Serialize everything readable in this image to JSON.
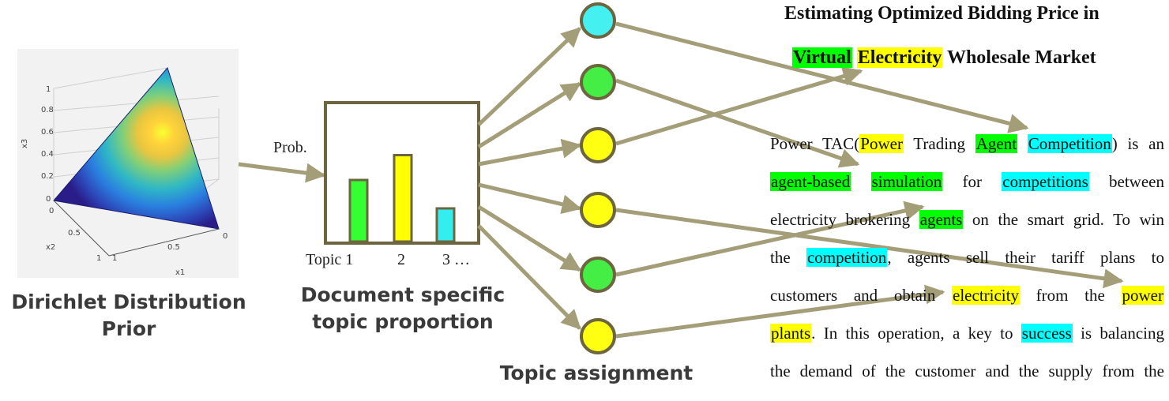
{
  "prior": {
    "label_line1": "Dirichlet Distribution",
    "label_line2": "Prior",
    "axis_labels": {
      "x1": "x1",
      "x2": "x2",
      "x3": "x3"
    },
    "z_ticks": [
      "0",
      "0.2",
      "0.4",
      "0.6",
      "0.8",
      "1"
    ],
    "x2_ticks": [
      "0",
      "0.5",
      "1"
    ],
    "x1_ticks": [
      "1",
      "0.5",
      "0"
    ],
    "icon": "simplex-heatmap"
  },
  "proportion": {
    "prob_label": "Prob.",
    "tick_topic1": "Topic 1",
    "tick_2": "2",
    "tick_3": "3 …",
    "label_line1": "Document specific",
    "label_line2": "topic proportion",
    "bar_values": [
      0.52,
      0.73,
      0.28
    ],
    "bar_colors": [
      "#33ff33",
      "#ffff00",
      "#33eeee"
    ]
  },
  "assignment": {
    "label": "Topic assignment",
    "node_colors": [
      "#44f0f0",
      "#44ee44",
      "#ffff11",
      "#ffff11",
      "#44ee44",
      "#ffff11"
    ]
  },
  "document": {
    "title_line1": "Estimating Optimized Bidding Price in",
    "title_line2_w1": "Virtual",
    "title_line2_w2": "Electricity",
    "title_line2_rest": " Wholesale Market",
    "l1_a": "Power TAC(",
    "l1_power": "Power",
    "l1_b": " Trading ",
    "l1_agent": "Agent",
    "l1_c": " ",
    "l1_competition": "Competition",
    "l1_d": ") is an",
    "l2_agentbased": "agent-based",
    "l2_simulation": "simulation",
    "l2_for": "for",
    "l2_competitions": "competitions",
    "l2_between": "between",
    "l3_a": "electricity brokering ",
    "l3_agents": "agents",
    "l3_b": " on the smart grid. To win",
    "l4_a": "the ",
    "l4_competition": "competition",
    "l4_b": ", agents sell their tariff plans to",
    "l5_a": "customers and obtain ",
    "l5_electricity": "electricity",
    "l5_b": " from the ",
    "l5_power": "power",
    "l6_plants": "plants",
    "l6_a": ". In this operation, a key to ",
    "l6_success": "success",
    "l6_b": " is balancing",
    "l7": "the demand of the customer and the supply from the"
  },
  "colors": {
    "arrow": "#a39d78",
    "box_border": "#6d6540",
    "hl_green": "#00ff00",
    "hl_yellow": "#ffff00",
    "hl_cyan": "#00ffff"
  }
}
